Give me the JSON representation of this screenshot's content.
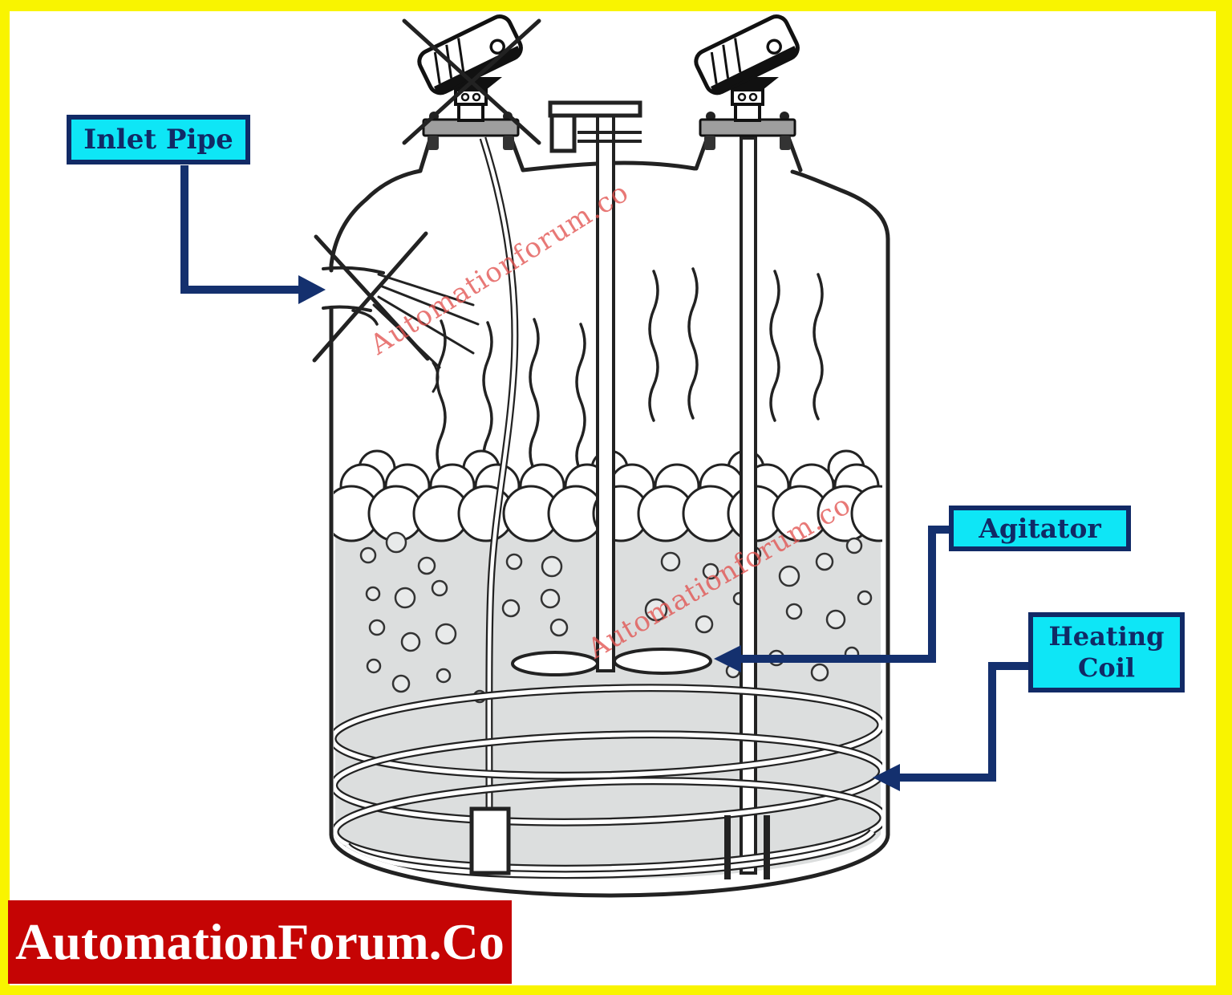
{
  "labels": {
    "inlet_pipe": "Inlet Pipe",
    "agitator": "Agitator",
    "heating_line1": "Heating",
    "heating_line2": "Coil"
  },
  "watermarks": {
    "text": "Automationforum.co"
  },
  "banner": {
    "text": "AutomationForum.Co"
  },
  "colors": {
    "frame_border": "#F9F400",
    "label_bg": "#0EE6F6",
    "label_border": "#112A66",
    "label_text": "#112A66",
    "arrow": "#14306E",
    "banner_bg": "#C50404",
    "banner_text": "#FFFFFF",
    "watermark": "#E25350",
    "liquid": "#DCDEDE",
    "line_art": "#222222"
  }
}
